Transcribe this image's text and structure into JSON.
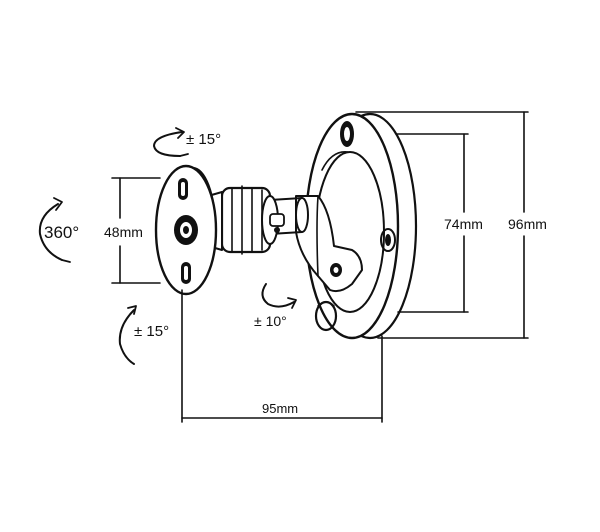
{
  "diagram": {
    "annotations": {
      "rotation_360": "360°",
      "tilt_top": "± 15°",
      "tilt_left": "± 15°",
      "tilt_mid": "± 10°"
    },
    "dimensions": {
      "plate_height": "48mm",
      "base_inner": "74mm",
      "base_outer": "96mm",
      "depth": "95mm"
    },
    "colors": {
      "ink": "#111111",
      "background": "#ffffff"
    }
  }
}
